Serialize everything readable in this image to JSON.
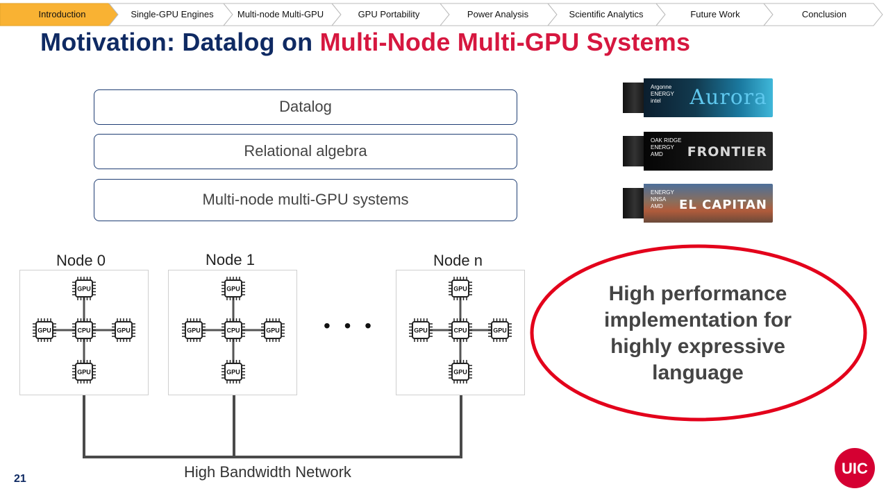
{
  "nav": {
    "tabs": [
      {
        "label": "Introduction",
        "active": true
      },
      {
        "label": "Single-GPU Engines",
        "active": false
      },
      {
        "label": "Multi-node Multi-GPU",
        "active": false
      },
      {
        "label": "GPU Portability",
        "active": false
      },
      {
        "label": "Power Analysis",
        "active": false
      },
      {
        "label": "Scientific Analytics",
        "active": false
      },
      {
        "label": "Future Work",
        "active": false
      },
      {
        "label": "Conclusion",
        "active": false
      }
    ],
    "active_color": "#f9b233"
  },
  "slide": {
    "title_main": "Motivation: Datalog on ",
    "title_accent": "Multi-Node Multi-GPU Systems",
    "stack": {
      "layer1": "Datalog",
      "layer2": "Relational algebra",
      "layer3": "Multi-node multi-GPU systems"
    },
    "supercomputers": {
      "aurora": {
        "name": "Aurora",
        "small": [
          "Argonne",
          "ENERGY",
          "intel"
        ]
      },
      "frontier": {
        "name": "FRONTIER",
        "small": [
          "OAK RIDGE",
          "ENERGY",
          "AMD"
        ]
      },
      "el_capitan": {
        "name": "EL CAPITAN",
        "small": [
          "ENERGY",
          "NNSA",
          "AMD"
        ]
      }
    },
    "nodes": {
      "node0": "Node 0",
      "node1": "Node 1",
      "noden": "Node n",
      "ellipsis": "• • •",
      "gpu_label": "GPU",
      "cpu_label": "CPU"
    },
    "network_label": "High Bandwidth Network",
    "callout": "High performance implementation for highly expressive language",
    "page_number": "21",
    "logo_text": "UIC"
  },
  "colors": {
    "title_dark": "#0f2a63",
    "title_accent": "#d6173f",
    "ellipse": "#e3001b",
    "logo": "#d50032"
  }
}
